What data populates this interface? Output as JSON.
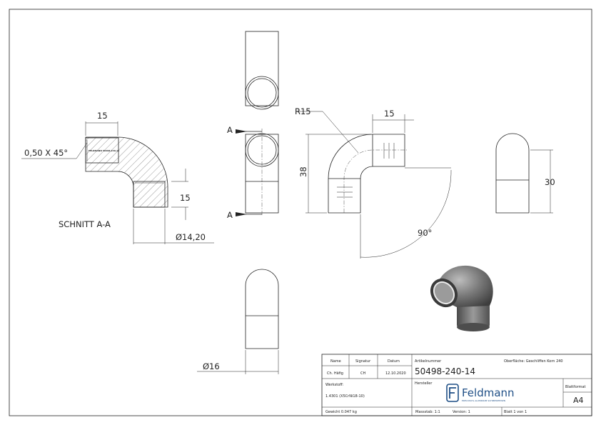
{
  "drawing": {
    "section_label": "SCHNITT A-A",
    "section_marker": "A",
    "chamfer_note": "0,50 X 45°",
    "part_engraving": "FELDMANN 50498-240-14",
    "dimensions": {
      "section_length_top": "15",
      "section_length_right": "15",
      "section_diameter": "Ø14,20",
      "front_length_top": "15",
      "front_radius": "R15",
      "front_height": "38",
      "front_angle": "90°",
      "side_height": "30",
      "bottom_diameter": "Ø16"
    }
  },
  "title_block": {
    "name_label": "Name",
    "signature_label": "Signatur",
    "date_label": "Datum",
    "name": "Ch. Häfig",
    "signature": "CH",
    "date": "12.10.2020",
    "article_label": "Artikelnummer",
    "article_number": "50498-240-14",
    "surface": "Oberfläche: Geschliffen Korn 240",
    "material_label": "Werkstoff:",
    "material": "1.4301 (X5CrNi18-10)",
    "manufacturer_label": "Hersteller",
    "brand": "Feldmann",
    "brand_tagline": "EDELSTAHL ALUMINIUM SCHMIEDEEISEN",
    "format_label": "Blattformat",
    "format": "A4",
    "weight": "Gewicht 0.047 kg",
    "scale": "Massstab: 1:1",
    "version": "Version: 1",
    "sheet": "Blatt 1 von 1"
  },
  "colors": {
    "line": "#222222",
    "hatch": "#555555",
    "brand": "#1f4f86",
    "render": "#6f6f6f"
  }
}
